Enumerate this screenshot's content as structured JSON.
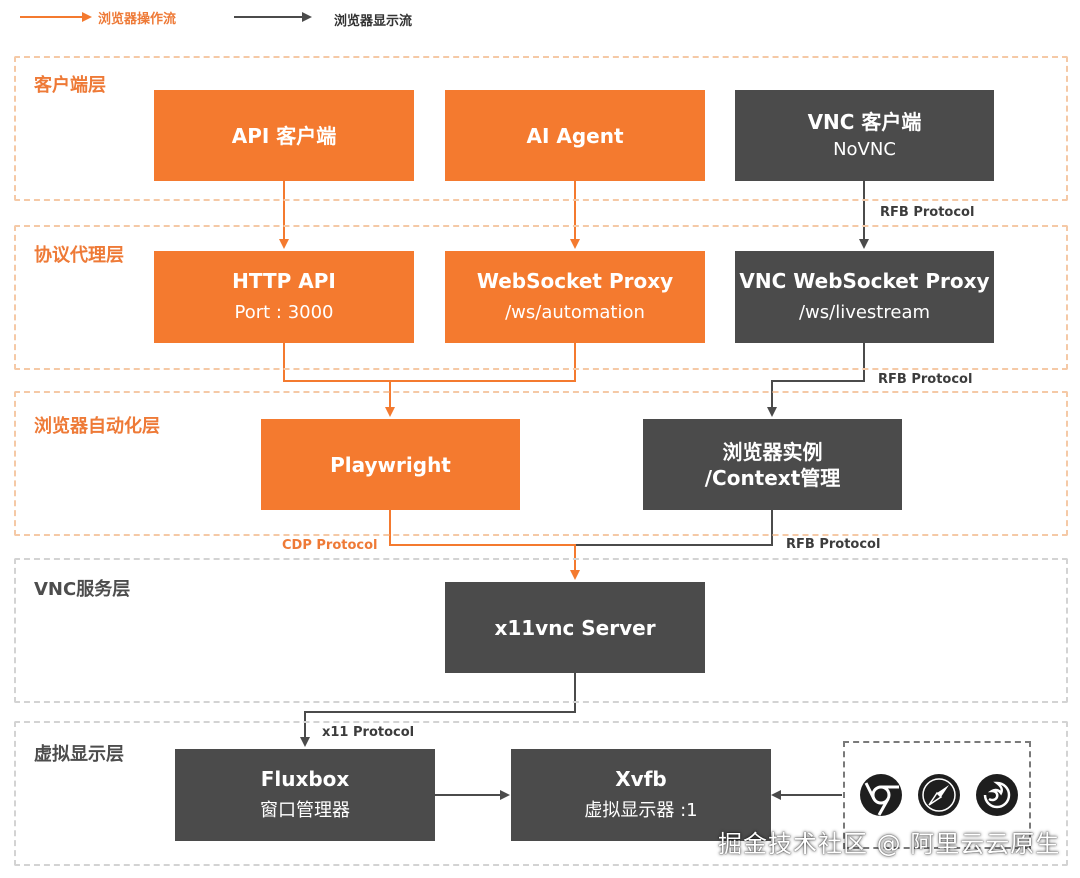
{
  "legend": {
    "operation_flow": "浏览器操作流",
    "display_flow": "浏览器显示流"
  },
  "colors": {
    "operation": "#f47a2f",
    "display": "#4b4b4b"
  },
  "layers": {
    "client": "客户端层",
    "proxy": "协议代理层",
    "automation": "浏览器自动化层",
    "vnc_service": "VNC服务层",
    "virtual_display": "虚拟显示层"
  },
  "nodes": {
    "api_client": {
      "title": "API 客户端"
    },
    "ai_agent": {
      "title": "AI Agent"
    },
    "vnc_client": {
      "title": "VNC 客户端",
      "subtitle": "NoVNC"
    },
    "http_api": {
      "title": "HTTP API",
      "subtitle": "Port : 3000"
    },
    "ws_proxy": {
      "title": "WebSocket Proxy",
      "subtitle": "/ws/automation"
    },
    "vnc_ws_proxy": {
      "title": "VNC WebSocket Proxy",
      "subtitle": "/ws/livestream"
    },
    "playwright": {
      "title": "Playwright"
    },
    "browser_instance": {
      "title_line1": "浏览器实例",
      "title_line2": "/Context管理"
    },
    "x11vnc": {
      "title": "x11vnc Server"
    },
    "fluxbox": {
      "title": "Fluxbox",
      "subtitle": "窗口管理器"
    },
    "xvfb": {
      "title": "Xvfb",
      "subtitle": "虚拟显示器 :1"
    }
  },
  "protocols": {
    "rfb_1": "RFB Protocol",
    "rfb_2": "RFB Protocol",
    "rfb_3": "RFB Protocol",
    "cdp": "CDP Protocol",
    "x11": "x11 Protocol"
  },
  "browser_icons": [
    "chrome-icon",
    "safari-icon",
    "firefox-icon"
  ],
  "watermark": "掘金技术社区 @ 阿里云云原生"
}
